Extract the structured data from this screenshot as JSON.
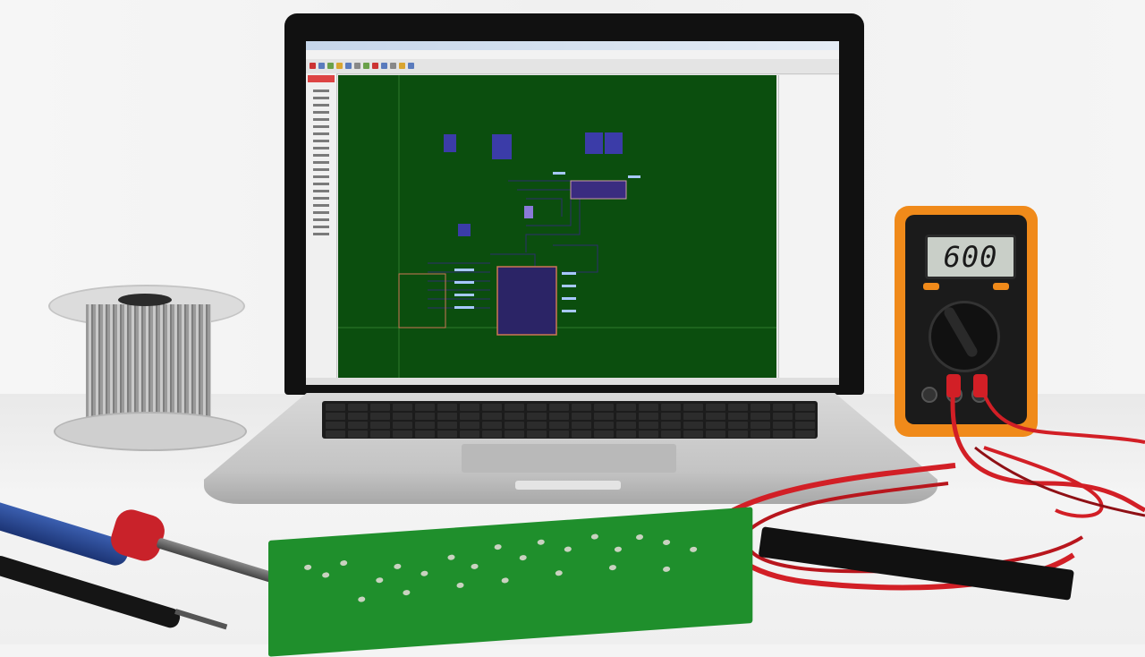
{
  "scene": {
    "objects": [
      "laptop",
      "multimeter",
      "solder-spool",
      "soldering-iron",
      "circuit-board",
      "test-leads"
    ]
  },
  "multimeter": {
    "display_value": "600"
  },
  "app": {
    "menu_items": [
      "",
      "",
      "",
      "",
      "",
      "",
      "",
      "",
      "",
      ""
    ]
  },
  "colors": {
    "schematic_bg": "#0b4e0e",
    "multimeter_orange": "#f08a1a",
    "pcb_green": "#1f8f2c",
    "lead_red": "#d21f26"
  }
}
